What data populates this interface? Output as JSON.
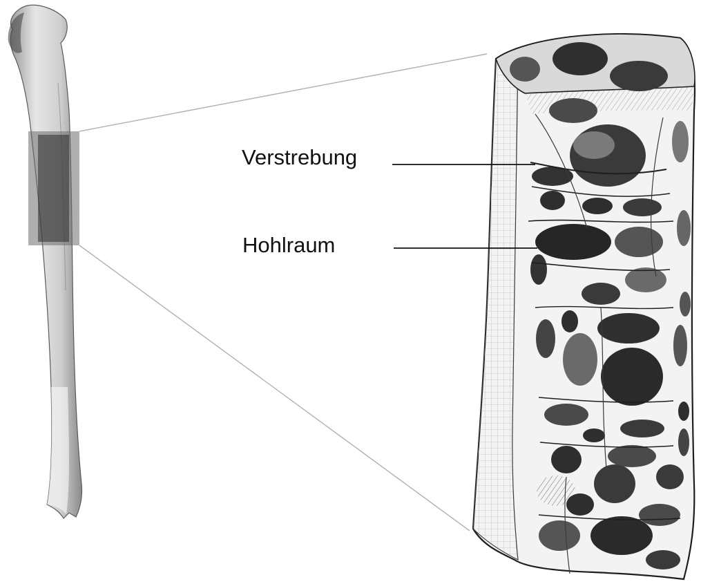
{
  "labels": {
    "strut": "Verstrebung",
    "cavity": "Hohlraum"
  },
  "colors": {
    "background": "#ffffff",
    "bone_light": "#d9d9d9",
    "bone_dark": "#3a3a3a",
    "cavity": "#2a2a2a",
    "highlight_box": "#8c8c8c",
    "guide_line": "#b0b0b0",
    "pointer_line": "#111111"
  },
  "icons": {
    "bone": "long-bone-photo",
    "cross_section": "bone-cross-section-sketch"
  }
}
